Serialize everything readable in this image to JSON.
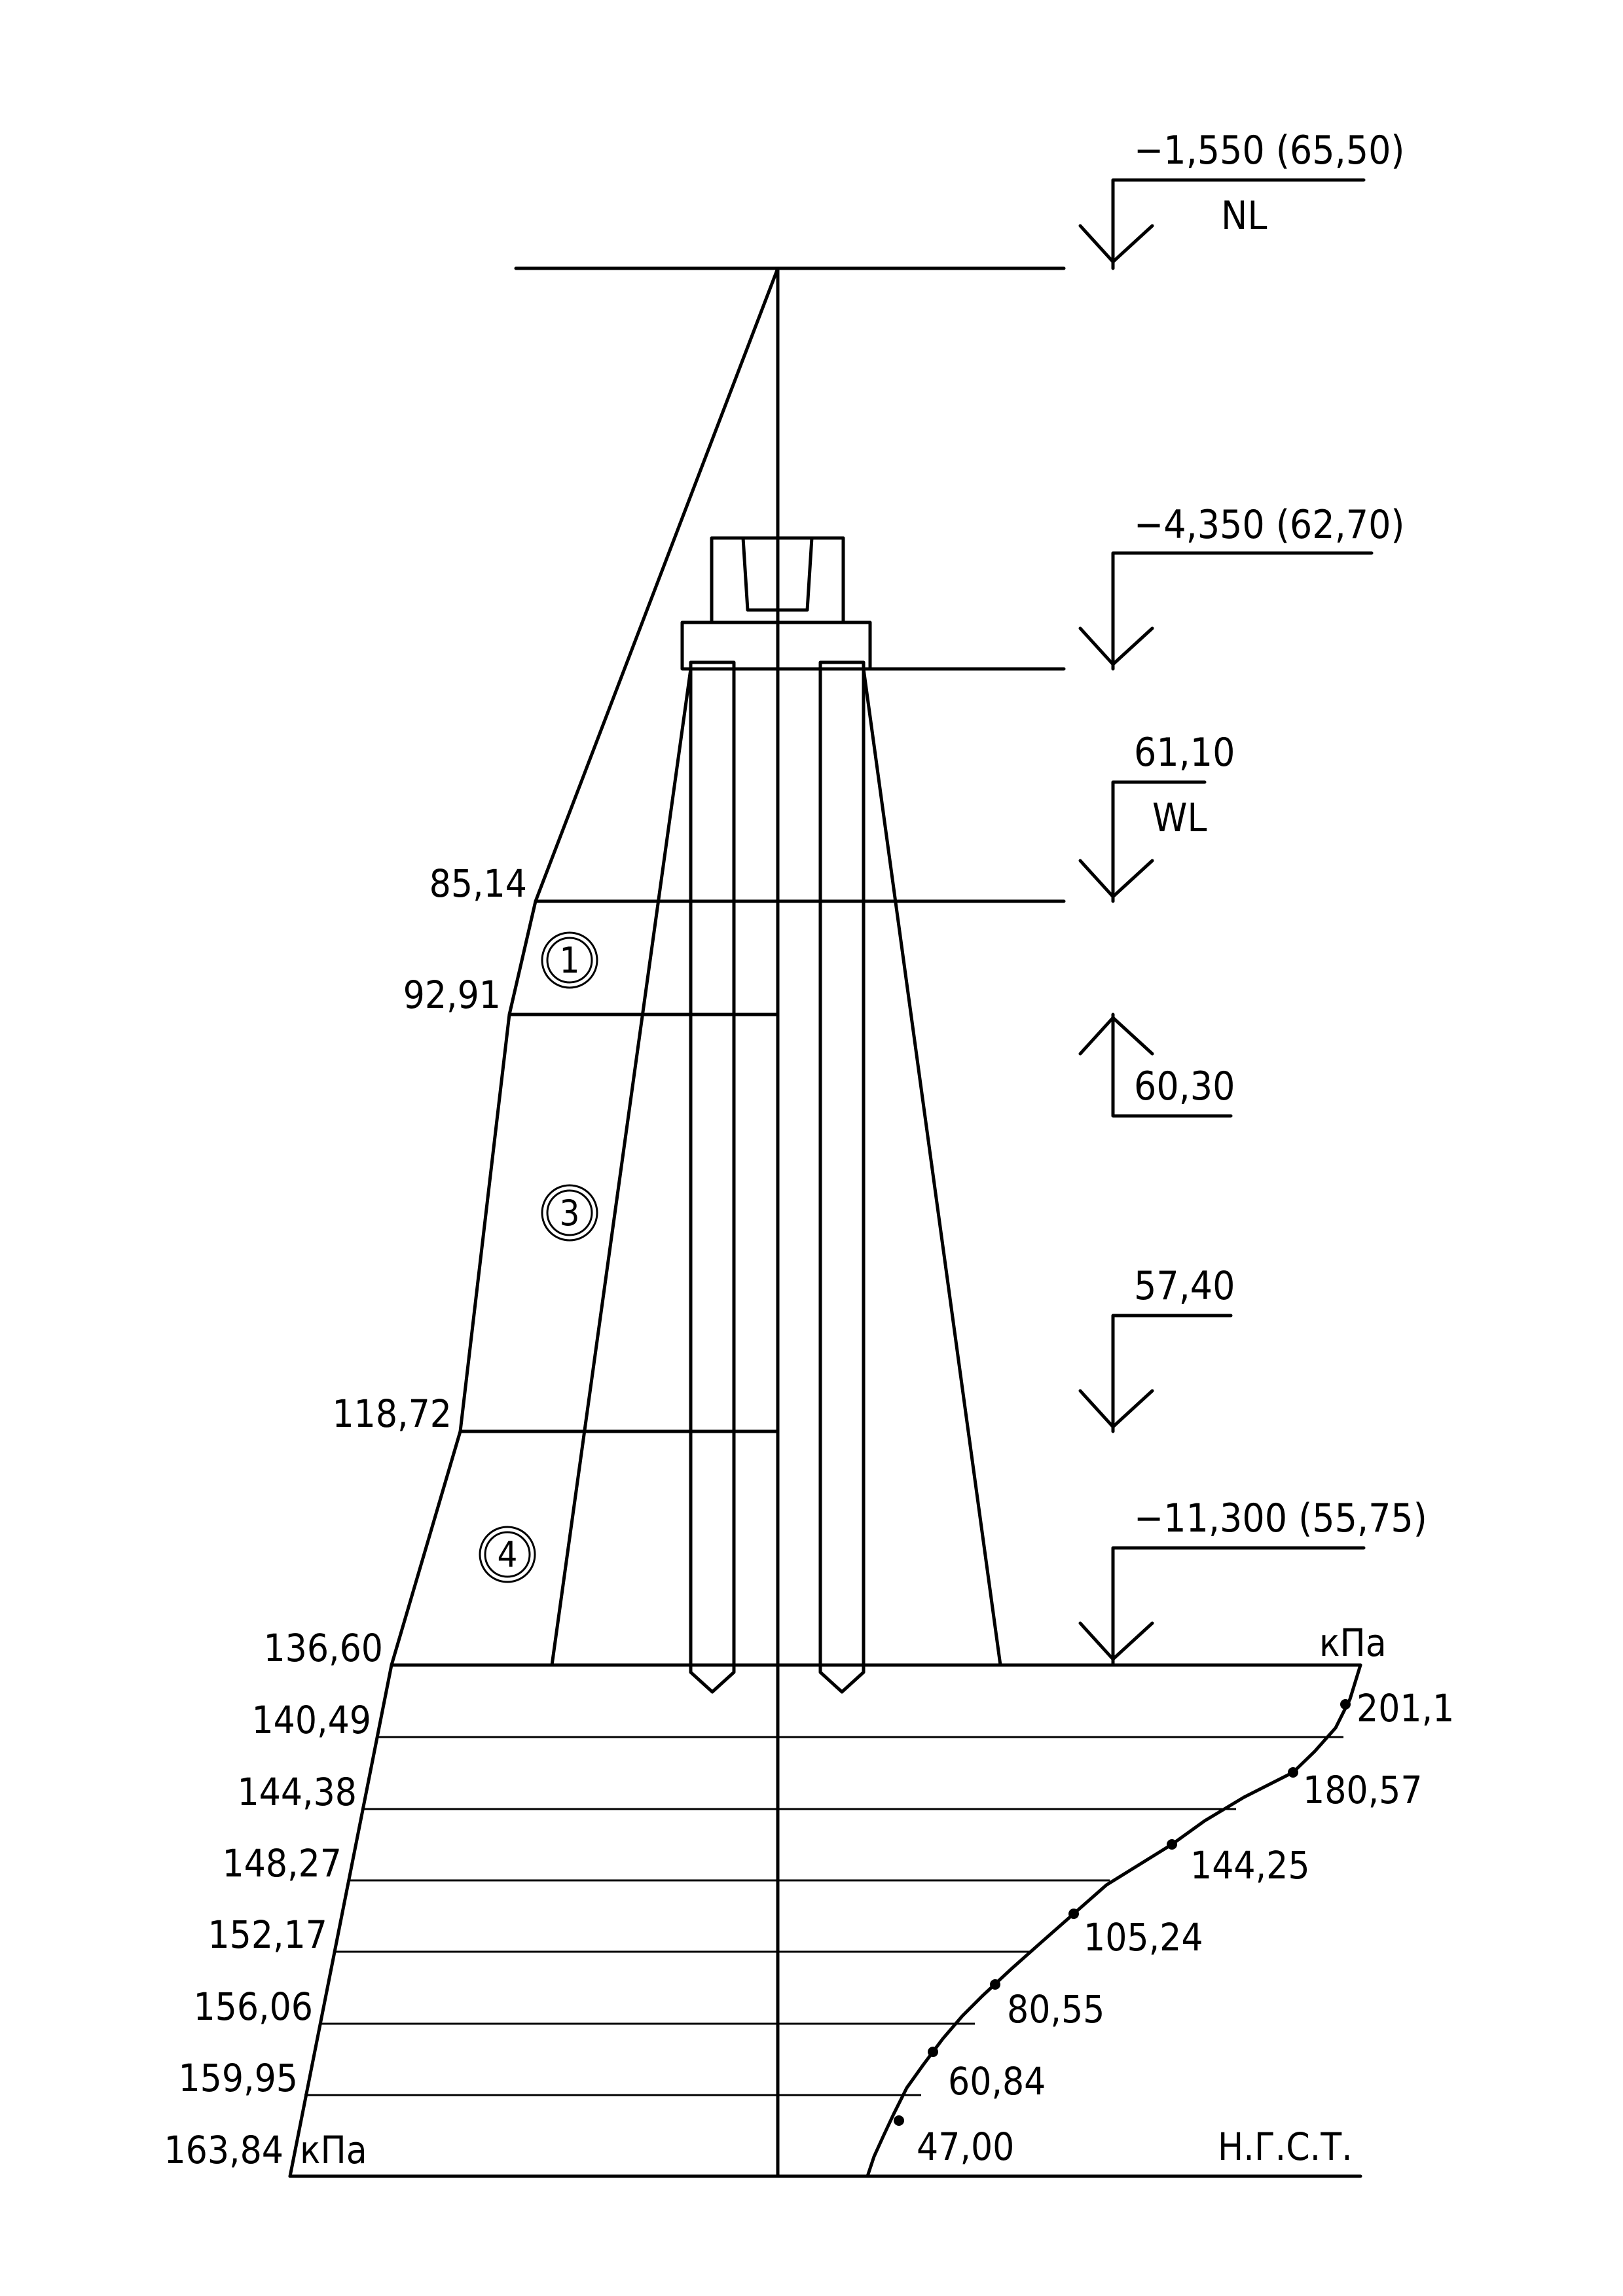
{
  "levels": [
    {
      "text": "−1,550 (65,50)",
      "sub": "NL"
    },
    {
      "text": "−4,350 (62,70)",
      "sub": ""
    },
    {
      "text": "61,10",
      "sub": "WL"
    },
    {
      "text": "60,30",
      "sub": ""
    },
    {
      "text": "57,40",
      "sub": ""
    },
    {
      "text": "−11,300 (55,75)",
      "sub": ""
    }
  ],
  "left_profile_labels": [
    "85,14",
    "92,91",
    "118,72",
    "136,60"
  ],
  "zones": [
    "1",
    "3",
    "4"
  ],
  "stress_labels": [
    "140,49",
    "144,38",
    "148,27",
    "152,17",
    "156,06",
    "159,95",
    "163,84"
  ],
  "stress_unit_left": "кПа",
  "right_curve_labels": [
    "201,1",
    "180,57",
    "144,25",
    "105,24",
    "80,55",
    "60,84",
    "47,00"
  ],
  "unit_top_right": "кПа",
  "bottom_note": "Н.Г.С.Т."
}
